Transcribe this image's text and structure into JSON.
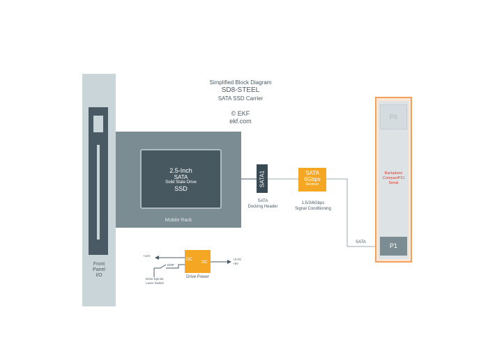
{
  "title": {
    "line1": "Simplified Block Diagram",
    "line2": "SD8-STEEL",
    "line3": "SATA SSD Carrier"
  },
  "copyright": {
    "line1": "© EKF",
    "line2": "ekf.com"
  },
  "front_panel": {
    "label_line1": "Front",
    "label_line2": "Panel",
    "label_line3": "I/O"
  },
  "rack": {
    "label": "Mobile Rack",
    "ssd_line1": "2.5-Inch",
    "ssd_line2": "SATA",
    "ssd_line3": "Solid State Drive",
    "ssd_line4": "SSD"
  },
  "connector": {
    "name": "SATA1",
    "label_line1": "SATA",
    "label_line2": "Docking Header"
  },
  "redriver": {
    "line1": "SATA",
    "line2": "6Gbps",
    "line3": "Redriver",
    "label_line1": "1.5/3/6Gbps",
    "label_line2": "Signal Conditioning"
  },
  "sata_link_label": "SATA",
  "backplane": {
    "p6": "P6",
    "label_line1": "Backplane",
    "label_line2": "CompactPCI",
    "label_line3": "Serial",
    "p1": "P1"
  },
  "power": {
    "input": "+12V",
    "switch_label": "EMP",
    "ejector_line1": "Drive Ejector",
    "ejector_line2": "Lever Switch",
    "dc_left": "DC",
    "dc_right": "DC",
    "out_line1": "+3.3V",
    "out_line2": "+5V",
    "label": "Drive Power"
  },
  "colors": {
    "orange": "#f5a623",
    "dark": "#485861",
    "backplane_border": "#f5a05a",
    "backplane_text": "#e03c31"
  }
}
